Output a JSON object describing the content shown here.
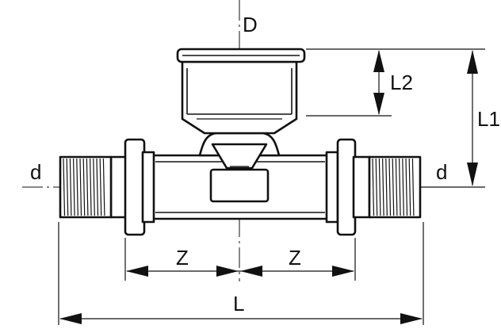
{
  "labels": {
    "D": "D",
    "L2": "L2",
    "L1": "L1",
    "d_left": "d",
    "d_right": "d",
    "Z_left": "Z",
    "Z_right": "Z",
    "L": "L"
  }
}
